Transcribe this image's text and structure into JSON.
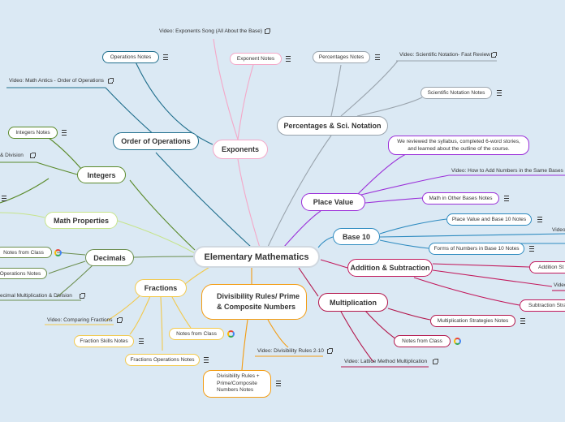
{
  "central": "Elementary Mathematics",
  "branches": {
    "order": {
      "label": "Order of Operations",
      "color": "#1f6e8c",
      "items": {
        "notes": "Operations Notes",
        "video": "Video: Math Antics - Order of Operations"
      }
    },
    "exponents": {
      "label": "Exponents",
      "color": "#f4a8c8",
      "items": {
        "notes": "Exponent Notes",
        "video": "Video: Exponents Song (All About the Base)"
      }
    },
    "percentages": {
      "label": "Percentages & Sci. Notation",
      "color": "#9aa4ad",
      "items": {
        "notes": "Percentages Notes",
        "video": "Video: Scientific Notation- Fast Review",
        "sci": "Scientific Notation Notes"
      }
    },
    "integers": {
      "label": "Integers",
      "color": "#5a8a2a",
      "items": {
        "notes": "Integers Notes",
        "division": "& Division"
      }
    },
    "mathprops": {
      "label": "Math Properties",
      "color": "#c6e48b",
      "items": {}
    },
    "decimals": {
      "label": "Decimals",
      "color": "#6b8e4e",
      "items": {
        "class": "Notes from Class",
        "ops": "Operations Notes",
        "mult": "ecimal Multiplication & Division"
      }
    },
    "fractions": {
      "label": "Fractions",
      "color": "#f2c94c",
      "items": {
        "comparing": "Video: Comparing Fractions",
        "skills": "Fraction Skills Notes",
        "ops": "Fractions Operations Notes",
        "class": "Notes from Class"
      }
    },
    "divisibility": {
      "label": "Divisibility Rules/ Prime & Composite Numbers",
      "color": "#f39c12",
      "items": {
        "video": "Video: Divisibility Rules 2-10",
        "notes": "Divisibility Rules + Prime/Composite Numbers Notes"
      }
    },
    "placevalue": {
      "label": "Place Value",
      "color": "#9b30d9",
      "items": {
        "reviewed": "We reviewed the syllabus, completed 6-word stories, and learned about the outline of the course.",
        "video": "Video: How to Add Numbers in the Same Bases",
        "bases": "Math in Other Bases Notes"
      }
    },
    "base10": {
      "label": "Base 10",
      "color": "#2e8bc0",
      "items": {
        "pv": "Place Value and Base 10 Notes",
        "forms": "Forms of Numbers in Base 10 Notes",
        "video": "Video"
      }
    },
    "addsub": {
      "label": "Addition & Subtraction",
      "color": "#c2185b",
      "items": {
        "add": "Addition St",
        "video": "Video",
        "sub": "Subtraction Stra"
      }
    },
    "multiplication": {
      "label": "Multiplication",
      "color": "#b3164b",
      "items": {
        "strategies": "Multiplication Strategies Notes",
        "class": "Notes from Class",
        "lattice": "Video: Lattice Method Multiplication"
      }
    }
  },
  "icons": [
    "doc-icon",
    "external-link-icon",
    "google-icon"
  ]
}
